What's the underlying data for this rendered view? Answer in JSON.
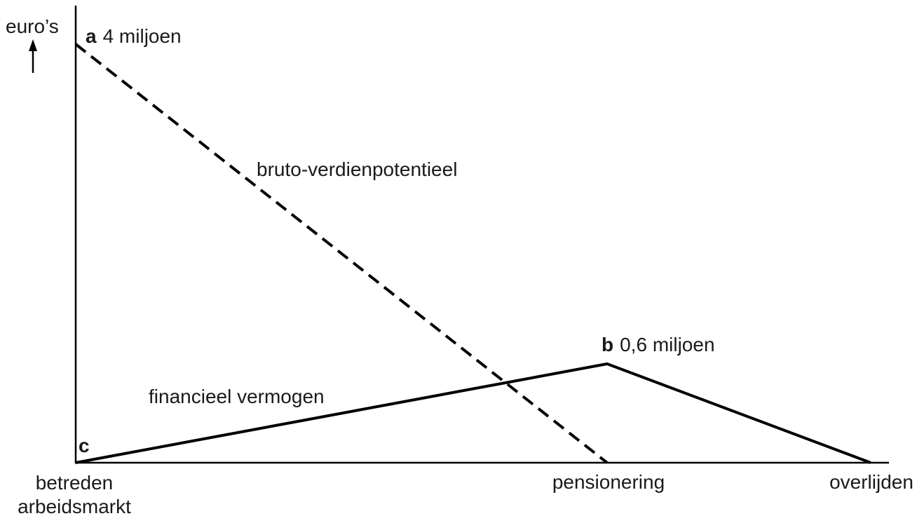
{
  "page": {
    "background": "#ffffff",
    "text_color": "#1a1a1a",
    "line_color": "#000000"
  },
  "labels": {
    "y_axis": "euro’s",
    "dashed_line": "bruto-verdienpotentieel",
    "solid_line": "financieel vermogen",
    "point_a_letter": "a",
    "point_a_value": "4 miljoen",
    "point_b_letter": "b",
    "point_b_value": "0,6 miljoen",
    "point_c_letter": "c",
    "x_start_line1": "betreden",
    "x_start_line2": "arbeidsmarkt",
    "x_mid": "pensionering",
    "x_end": "overlijden"
  },
  "chart_data": {
    "type": "line",
    "title": "",
    "xlabel": "",
    "ylabel": "euro’s",
    "grid": false,
    "legend": "inline-annotations",
    "x_categories": [
      "betreden arbeidsmarkt",
      "pensionering",
      "overlijden"
    ],
    "y_unit": "euro",
    "series": [
      {
        "name": "bruto-verdienpotentieel",
        "line_style": "dashed",
        "color": "#000000",
        "points": [
          {
            "x": "betreden arbeidsmarkt",
            "y_euro": 4000000,
            "point_label": "a",
            "value_label": "4 miljoen"
          },
          {
            "x": "pensionering",
            "y_euro": 0
          }
        ]
      },
      {
        "name": "financieel vermogen",
        "line_style": "solid",
        "color": "#000000",
        "points": [
          {
            "x": "betreden arbeidsmarkt",
            "y_euro": 0,
            "point_label": "c"
          },
          {
            "x": "pensionering",
            "y_euro": 600000,
            "point_label": "b",
            "value_label": "0,6 miljoen"
          },
          {
            "x": "overlijden",
            "y_euro": 0
          }
        ]
      }
    ]
  }
}
